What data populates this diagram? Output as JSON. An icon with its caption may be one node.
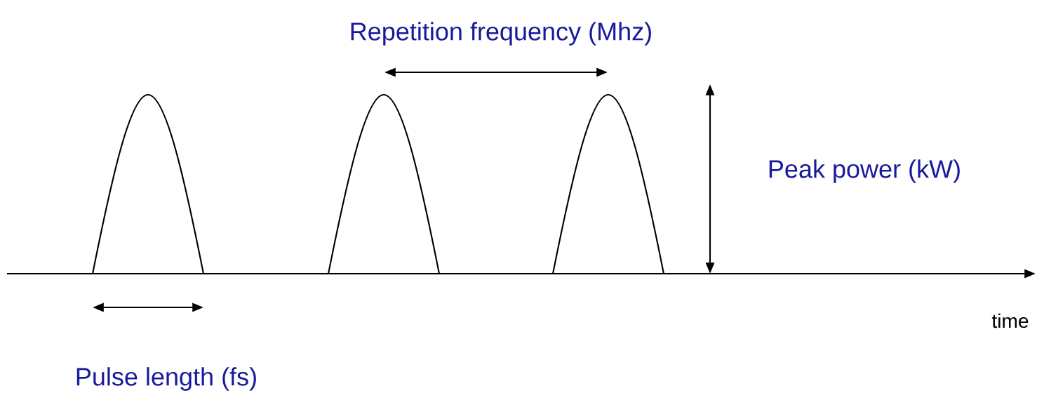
{
  "diagram": {
    "labels": [
      "Repetition frequency (Mhz)",
      "Peak power (kW)",
      "time",
      "Pulse length (fs)"
    ]
  }
}
